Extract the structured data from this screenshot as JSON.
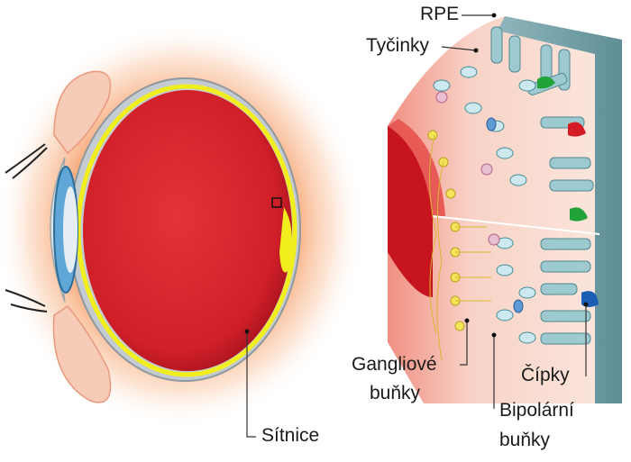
{
  "labels": {
    "rpe": "RPE",
    "rods": "Tyčinky",
    "ganglion_line1": "Gangliové",
    "ganglion_line2": "buňky",
    "cones": "Čípky",
    "bipolar_line1": "Bipolární",
    "bipolar_line2": "buňky",
    "retina": "Sítnice"
  },
  "colors": {
    "eyeball_red": "#d8202a",
    "sclera_gray": "#b8c0c6",
    "retina_yellow": "#f2ee1e",
    "glow_orange": "#f7a978",
    "cornea_blue": "#5fa7d6",
    "rpe_teal": "#7aa7ae",
    "rod_teal": "#9ccad0",
    "cone_green": "#22a33a",
    "cone_red": "#d41b25",
    "cone_blue": "#1b5fb5",
    "ganglion_yellow": "#f3e45a",
    "tissue_pink": "#f6c7b8"
  }
}
